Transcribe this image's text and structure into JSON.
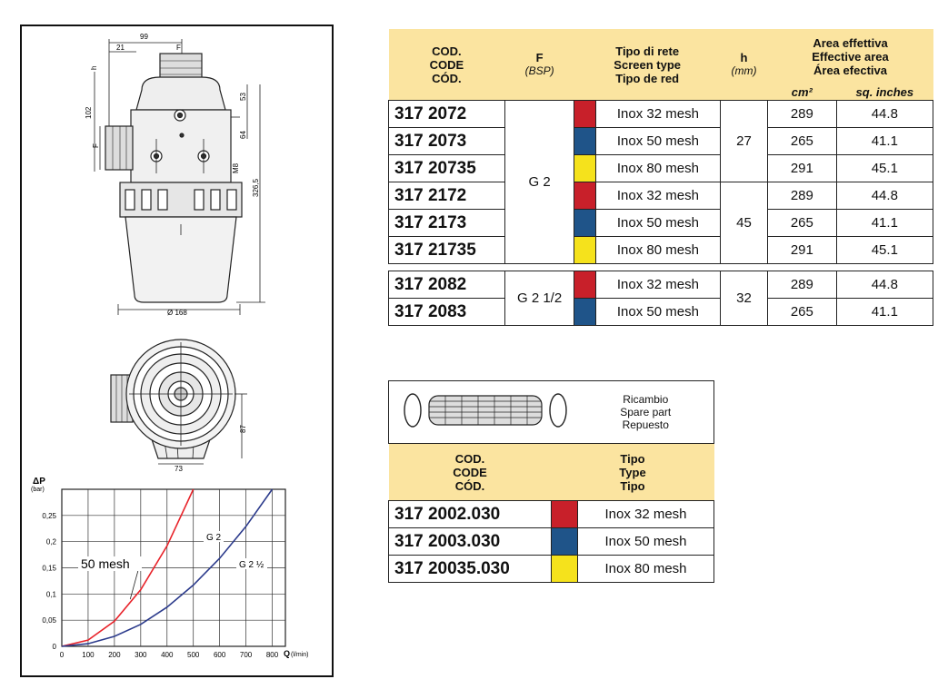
{
  "colors": {
    "red": "#c8202a",
    "blue": "#1f5489",
    "yellow": "#f5e21c",
    "header_bg": "#fbe4a0",
    "curve_red": "#e8232a",
    "curve_blue": "#2c3b8c"
  },
  "drawing": {
    "dim_99": "99",
    "dim_21": "21",
    "dim_h": "h",
    "dim_F_top": "F",
    "dim_102": "102",
    "dim_53": "53",
    "dim_64": "64",
    "dim_M8": "M8",
    "dim_326": "326,5",
    "dim_F_side": "F",
    "dim_168": "Ø 168",
    "dim_87": "87",
    "dim_73": "73"
  },
  "graph": {
    "y_label": "ΔP",
    "y_unit": "(bar)",
    "x_label": "Q",
    "x_unit": "(l/min)",
    "y_ticks": [
      "0",
      "0,05",
      "0,1",
      "0,15",
      "0,2",
      "0,25"
    ],
    "x_ticks": [
      "0",
      "100",
      "200",
      "300",
      "400",
      "500",
      "600",
      "700",
      "800"
    ],
    "label_g2": "G 2",
    "label_g212": "G 2 ½",
    "label_mesh": "50 mesh"
  },
  "chart_data": {
    "type": "line",
    "title": "",
    "xlabel": "Q (l/min)",
    "ylabel": "ΔP (bar)",
    "xlim": [
      0,
      850
    ],
    "ylim": [
      0,
      0.3
    ],
    "grid": true,
    "series": [
      {
        "name": "G 2",
        "x": [
          0,
          100,
          200,
          300,
          400,
          500
        ],
        "values": [
          0,
          0.012,
          0.048,
          0.108,
          0.192,
          0.3
        ]
      },
      {
        "name": "G 2 ½",
        "x": [
          0,
          100,
          200,
          300,
          400,
          500,
          600,
          700,
          800
        ],
        "values": [
          0,
          0.005,
          0.019,
          0.042,
          0.075,
          0.117,
          0.168,
          0.229,
          0.3
        ]
      }
    ],
    "annotations": [
      "50 mesh"
    ]
  },
  "table1": {
    "headers": {
      "code": [
        "COD.",
        "CODE",
        "CÓD."
      ],
      "f": "F",
      "f_sub": "(BSP)",
      "type": [
        "Tipo di rete",
        "Screen type",
        "Tipo de red"
      ],
      "h": "h",
      "h_sub": "(mm)",
      "area": [
        "Area effettiva",
        "Effective area",
        "Área efectiva"
      ],
      "cm2": "cm²",
      "sq": "sq. inches"
    },
    "rows": [
      {
        "code": "317 2072",
        "f": "G 2",
        "color": "red",
        "type": "Inox 32 mesh",
        "h": "27",
        "cm2": "289",
        "sq": "44.8"
      },
      {
        "code": "317 2073",
        "f": "",
        "color": "blue",
        "type": "Inox 50 mesh",
        "h": "",
        "cm2": "265",
        "sq": "41.1"
      },
      {
        "code": "317 20735",
        "f": "",
        "color": "yellow",
        "type": "Inox 80 mesh",
        "h": "",
        "cm2": "291",
        "sq": "45.1"
      },
      {
        "code": "317 2172",
        "f": "",
        "color": "red",
        "type": "Inox 32 mesh",
        "h": "45",
        "cm2": "289",
        "sq": "44.8"
      },
      {
        "code": "317 2173",
        "f": "",
        "color": "blue",
        "type": "Inox 50 mesh",
        "h": "",
        "cm2": "265",
        "sq": "41.1"
      },
      {
        "code": "317 21735",
        "f": "",
        "color": "yellow",
        "type": "Inox 80 mesh",
        "h": "",
        "cm2": "291",
        "sq": "45.1"
      },
      {
        "code": "317 2082",
        "f": "G 2 1/2",
        "color": "red",
        "type": "Inox 32 mesh",
        "h": "32",
        "cm2": "289",
        "sq": "44.8"
      },
      {
        "code": "317 2083",
        "f": "",
        "color": "blue",
        "type": "Inox 50 mesh",
        "h": "",
        "cm2": "265",
        "sq": "41.1"
      }
    ]
  },
  "table2": {
    "spare_label": [
      "Ricambio",
      "Spare part",
      "Repuesto"
    ],
    "headers": {
      "code": [
        "COD.",
        "CODE",
        "CÓD."
      ],
      "type": [
        "Tipo",
        "Type",
        "Tipo"
      ]
    },
    "rows": [
      {
        "code": "317 2002.030",
        "color": "red",
        "type": "Inox 32 mesh"
      },
      {
        "code": "317 2003.030",
        "color": "blue",
        "type": "Inox 50 mesh"
      },
      {
        "code": "317 20035.030",
        "color": "yellow",
        "type": "Inox 80 mesh"
      }
    ]
  }
}
